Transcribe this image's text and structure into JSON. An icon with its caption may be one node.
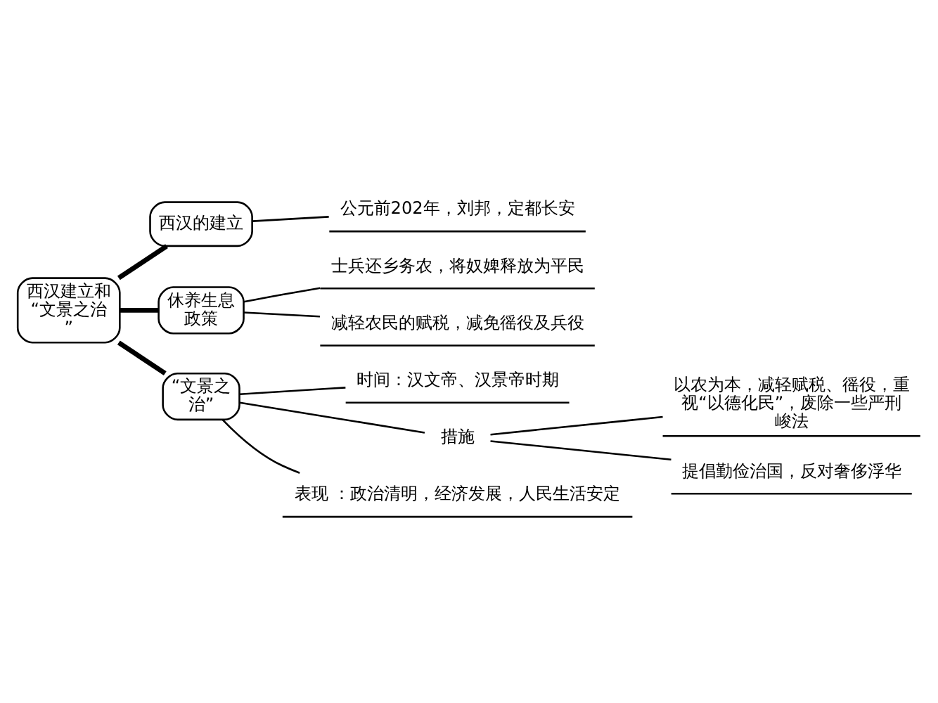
{
  "diagram": {
    "nodes": [
      {
        "text": [
          "西汉建立和“文景之治”"
        ]
      },
      {
        "text": [
          "西汉的建立"
        ]
      },
      {
        "text": [
          "公元前202年，刘邦，定都长安"
        ]
      },
      {
        "text": [
          "休养生息政策"
        ]
      },
      {
        "text": [
          "士兵还乡务农，将奴婢释放为平民"
        ]
      },
      {
        "text": [
          "减轻农民的赋税，减免徭役及兵役"
        ]
      },
      {
        "text": [
          "“文景之治”"
        ]
      },
      {
        "text": [
          "时间：汉文帝、汉景帝时期"
        ]
      },
      {
        "text": [
          "措施"
        ]
      },
      {
        "text": [
          "以农为本，减轻赋税、徭役，重视“以德化民”，废除一些严刑峻法"
        ]
      },
      {
        "text": [
          "提倡勤俭治国，反对奢侈浮华"
        ]
      },
      {
        "text": [
          "表现 ：政治清明，经济发展，人民生活安定"
        ]
      }
    ],
    "edges": [
      {
        "from": 0,
        "to": 1,
        "arrow": "none",
        "style": "thick"
      },
      {
        "from": 0,
        "to": 3,
        "arrow": "none",
        "style": "thick"
      },
      {
        "from": 0,
        "to": 6,
        "arrow": "none",
        "style": "thick"
      },
      {
        "from": 1,
        "to": 2,
        "arrow": "none"
      },
      {
        "from": 3,
        "to": 4,
        "arrow": "none"
      },
      {
        "from": 3,
        "to": 5,
        "arrow": "none"
      },
      {
        "from": 6,
        "to": 7,
        "arrow": "none"
      },
      {
        "from": 6,
        "to": 8,
        "arrow": "none"
      },
      {
        "from": 6,
        "to": 11,
        "arrow": "none"
      },
      {
        "from": 8,
        "to": 9,
        "arrow": "none"
      },
      {
        "from": 8,
        "to": 10,
        "arrow": "none"
      }
    ]
  }
}
